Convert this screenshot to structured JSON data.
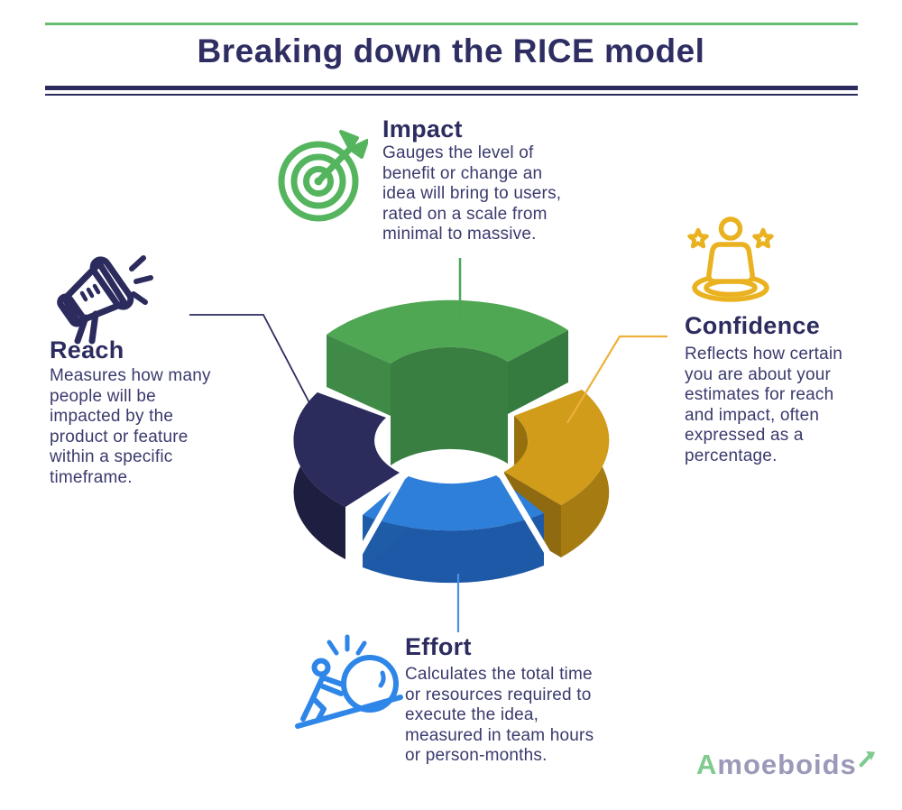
{
  "header": {
    "title": "Breaking down the RICE model"
  },
  "sections": {
    "impact": {
      "label": "Impact",
      "icon": "target-arrow-icon",
      "description": [
        "Gauges the level of",
        "benefit or change an",
        "idea will bring to users,",
        "rated on a scale from",
        "minimal to massive."
      ]
    },
    "reach": {
      "label": "Reach",
      "icon": "megaphone-icon",
      "description": [
        "Measures how many",
        "people will be",
        "impacted by the",
        "product or feature",
        "within a specific",
        "timeframe."
      ]
    },
    "confidence": {
      "label": "Confidence",
      "icon": "person-stars-icon",
      "description": [
        "Reflects how certain",
        "you are about your",
        "estimates for reach",
        "and impact, often",
        "expressed as a",
        "percentage."
      ]
    },
    "effort": {
      "label": "Effort",
      "icon": "person-pushing-boulder-icon",
      "description": [
        "Calculates the total time",
        "or resources required to",
        "execute the idea,",
        "measured in team hours",
        "or person-months."
      ]
    }
  },
  "diagram": {
    "type": "3d-donut",
    "segments": [
      {
        "name": "Impact",
        "position": "top",
        "color": "#4FA653",
        "raised": true
      },
      {
        "name": "Confidence",
        "position": "right",
        "color": "#D09C1A",
        "raised": false
      },
      {
        "name": "Effort",
        "position": "bottom",
        "color": "#2E7FD9",
        "raised": false
      },
      {
        "name": "Reach",
        "position": "left",
        "color": "#2B2B5C",
        "raised": false
      }
    ]
  },
  "footer": {
    "brand_first_letter": "A",
    "brand_rest": "moeboids",
    "arrow_icon": "arrow-up-right-icon"
  },
  "colors": {
    "title_navy": "#2E2E63",
    "body_text": "#3A3A6E",
    "header_green_line": "#66BD72",
    "impact_green": "#4FA653",
    "impact_icon_green": "#55B45E",
    "reach_navy": "#2B2B5C",
    "confidence_yellow": "#D09C1A",
    "confidence_icon_yellow": "#EAB220",
    "effort_blue": "#2E7FD9",
    "effort_icon_blue": "#2E86E8",
    "logo_gray": "#9A99B9",
    "logo_green": "#7FCB8F",
    "background": "#FFFFFF"
  }
}
